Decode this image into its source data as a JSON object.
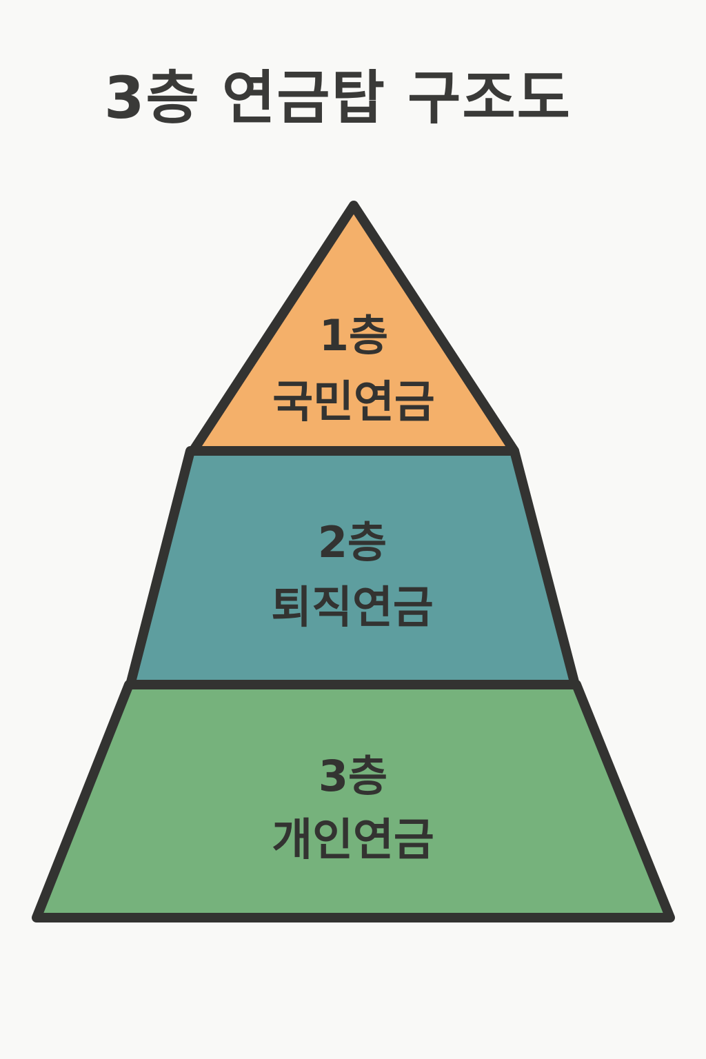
{
  "title": "3층 연금탑 구조도",
  "tiers": [
    {
      "level": "1층",
      "name": "국민연금",
      "color": "#f4b06a"
    },
    {
      "level": "2층",
      "name": "퇴직연금",
      "color": "#5e9e9f"
    },
    {
      "level": "3층",
      "name": "개인연금",
      "color": "#76b27c"
    }
  ],
  "colors": {
    "background": "#f9f9f7",
    "outline": "#333331",
    "text": "#333331"
  }
}
